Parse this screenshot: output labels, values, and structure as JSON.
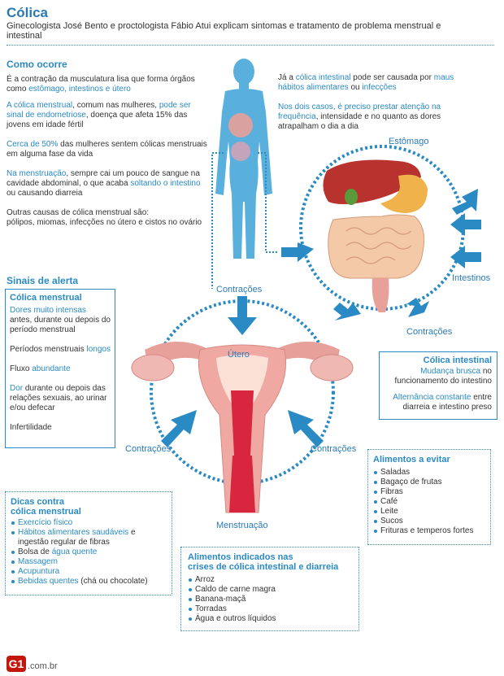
{
  "header": {
    "title": "Cólica",
    "subtitle": "Ginecologista José Bento e proctologista Fábio Atui explicam sintomas e tratamento de problema menstrual e intestinal"
  },
  "como_ocorre": {
    "title": "Como ocorre",
    "p1_a": "É a contração da musculatura lisa que forma órgãos como ",
    "p1_b": "estômago, intestinos e útero",
    "p2_a": "A cólica menstrual",
    "p2_b": ", comum nas mulheres, ",
    "p2_c": "pode ser sinal de endometriose",
    "p2_d": ", doença que afeta 15% das jovens em idade fértil",
    "p3_a": "Cerca de 50%",
    "p3_b": " das mulheres sentem cólicas menstruais em alguma fase da vida",
    "p4_a": "Na menstruação",
    "p4_b": ", sempre cai um pouco de sangue na cavidade abdominal, o que acaba ",
    "p4_c": "soltando o intestino",
    "p4_d": " ou causando diarreia",
    "p5_a": "Outras causas de cólica menstrual são:",
    "p5_b": "pólipos, miomas, infecções no útero e cistos no ovário"
  },
  "intestinal_text": {
    "p1_a": "Já a ",
    "p1_b": "cólica intestinal",
    "p1_c": " pode ser causada por ",
    "p1_d": "maus hábitos alimentares",
    "p1_e": " ou ",
    "p1_f": "infecções",
    "p2_a": "Nos dois casos, é preciso prestar atenção na frequência",
    "p2_b": ", intensidade e no quanto as dores atrapalham o dia a dia"
  },
  "labels": {
    "estomago": "Estômago",
    "intestinos": "Intestinos",
    "contracoes": "Contrações",
    "utero": "Útero",
    "menstruacao": "Menstruação"
  },
  "sinais": {
    "title": "Sinais de alerta",
    "head": "Cólica menstrual",
    "i1_a": "Dores muito intensas",
    "i1_b": "antes, durante ou depois do período menstrual",
    "i2_a": "Períodos menstruais ",
    "i2_b": "longos",
    "i3_a": "Fluxo ",
    "i3_b": "abundante",
    "i4_a": "Dor",
    "i4_b": " durante ou depois das relações sexuais, ao urinar e/ou defecar",
    "i5": "Infertilidade"
  },
  "colica_intestinal": {
    "head": "Cólica intestinal",
    "i1_a": "Mudança brusca",
    "i1_b": " no funcionamento do intestino",
    "i2_a": "Alternância constante",
    "i2_b": " entre diarreia e intestino preso"
  },
  "evitar": {
    "head": "Alimentos a evitar",
    "items": [
      "Saladas",
      "Bagaço de frutas",
      "Fibras",
      "Café",
      "Leite",
      "Sucos",
      "Frituras e temperos fortes"
    ]
  },
  "dicas": {
    "head1": "Dicas contra",
    "head2": "cólica menstrual",
    "i1": "Exercício físico",
    "i2_a": "Hábitos alimentares saudáveis",
    "i2_b": " e ingestão regular de fibras",
    "i3_a": "Bolsa de ",
    "i3_b": "água quente",
    "i4": "Massagem",
    "i5": "Acupuntura",
    "i6_a": "Bebidas quentes",
    "i6_b": " (chá ou chocolate)"
  },
  "indicados": {
    "head1": "Alimentos indicados nas",
    "head2": "crises de cólica intestinal e diarreia",
    "items": [
      "Arroz",
      "Caldo de carne magra",
      "Banana-maçã",
      "Torradas",
      "Água e outros líquidos"
    ]
  },
  "footer": {
    "logo": "G1",
    "domain": ".com.br"
  },
  "colors": {
    "accent": "#2a8ac4",
    "organ_pink": "#e8a09a",
    "body_blue": "#5ab0dc"
  }
}
